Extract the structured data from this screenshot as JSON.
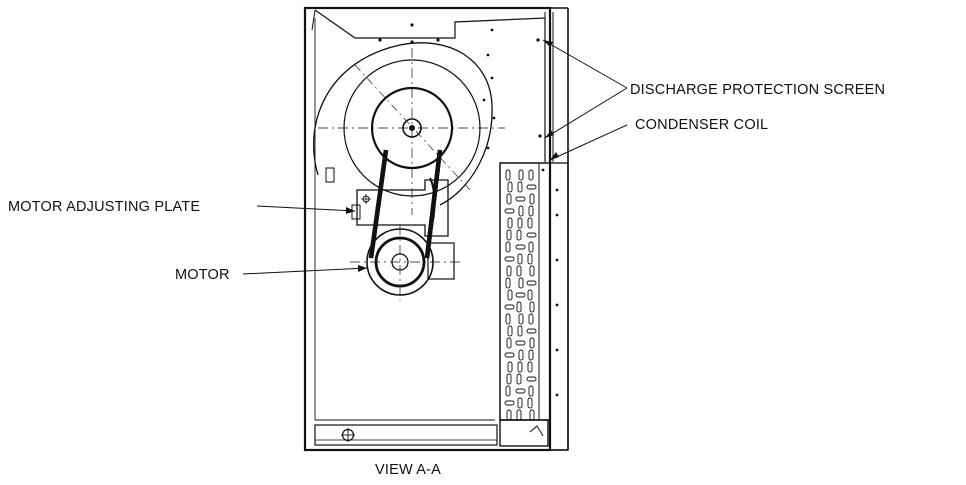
{
  "labels": {
    "discharge_screen": "DISCHARGE PROTECTION SCREEN",
    "condenser_coil": "CONDENSER COIL",
    "motor_plate": "MOTOR ADJUSTING PLATE",
    "motor": "MOTOR",
    "view_title": "VIEW A-A"
  }
}
